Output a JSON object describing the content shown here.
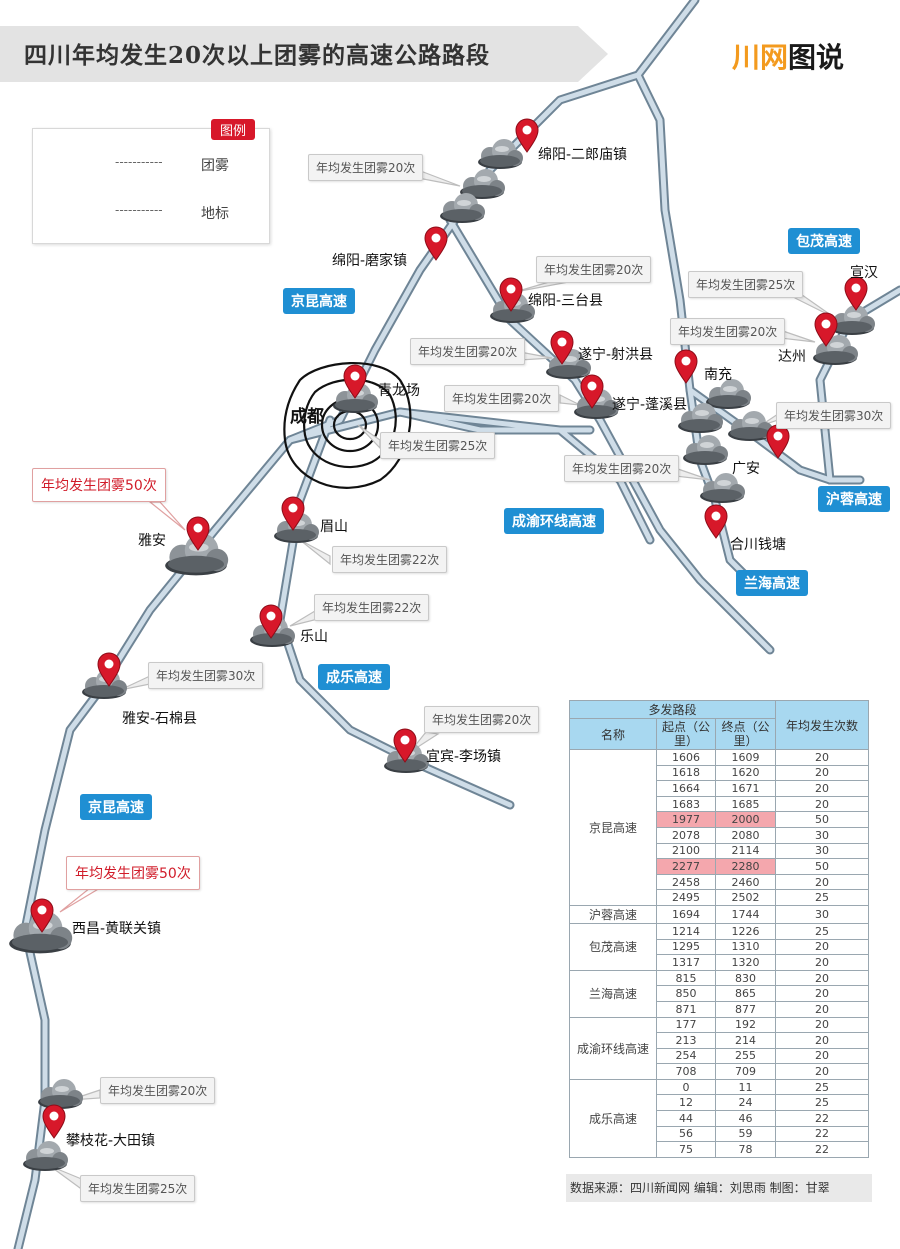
{
  "title": "四川年均发生20次以上团雾的高速公路路段",
  "logo": {
    "part1": "川网",
    "part2": "图说"
  },
  "legend": {
    "tag": "图例",
    "dash": "-----------",
    "fog_label": "团雾",
    "pin_label": "地标"
  },
  "places": {
    "mianyang_erlang": "绵阳-二郎庙镇",
    "mianyang_mojia": "绵阳-磨家镇",
    "mianyang_santai": "绵阳-三台县",
    "suining_shehong": "遂宁-射洪县",
    "suining_pengxi": "遂宁-蓬溪县",
    "chengdu": "成都",
    "qinglongchang": "青龙场",
    "meishan": "眉山",
    "leshan": "乐山",
    "yaan": "雅安",
    "yaan_shimian": "雅安-石棉县",
    "yibin_lichang": "宜宾-李场镇",
    "xichang": "西昌-黄联关镇",
    "panzhihua": "攀枝花-大田镇",
    "nanchong": "南充",
    "guangan": "广安",
    "hechuan": "合川钱塘",
    "xuanhan": "宣汉",
    "dazhou": "达州"
  },
  "roads": {
    "jingkun1": "京昆高速",
    "jingkun2": "京昆高速",
    "baomao": "包茂高速",
    "hurong": "沪蓉高速",
    "lanhai": "兰海高速",
    "chengyu": "成渝环线高速",
    "chengle": "成乐高速"
  },
  "callouts": {
    "c_mianyang": "年均发生团雾20次",
    "c_santai": "年均发生团雾20次",
    "c_shehong": "年均发生团雾20次",
    "c_pengxi": "年均发生团雾20次",
    "c_chengdu": "年均发生团雾25次",
    "c_chengyu": "年均发生团雾20次",
    "c_xuanhan": "年均发生团雾25次",
    "c_dazhou": "年均发生团雾20次",
    "c_guangan": "年均发生团雾30次",
    "c_meishan": "年均发生团雾22次",
    "c_leshan": "年均发生团雾22次",
    "c_yibin": "年均发生团雾20次",
    "c_yaan": "年均发生团雾50次",
    "c_shimian": "年均发生团雾30次",
    "c_xichang": "年均发生团雾50次",
    "c_pzh1": "年均发生团雾20次",
    "c_pzh2": "年均发生团雾25次"
  },
  "table": {
    "header_group": "多发路段",
    "col_name": "名称",
    "col_start": "起点（公里）",
    "col_end": "终点（公里）",
    "col_count": "年均发生次数",
    "groups": [
      {
        "name": "京昆高速",
        "rows": [
          {
            "start": "1606",
            "end": "1609",
            "count": "20",
            "hl": false
          },
          {
            "start": "1618",
            "end": "1620",
            "count": "20",
            "hl": false
          },
          {
            "start": "1664",
            "end": "1671",
            "count": "20",
            "hl": false
          },
          {
            "start": "1683",
            "end": "1685",
            "count": "20",
            "hl": false
          },
          {
            "start": "1977",
            "end": "2000",
            "count": "50",
            "hl": true
          },
          {
            "start": "2078",
            "end": "2080",
            "count": "30",
            "hl": false
          },
          {
            "start": "2100",
            "end": "2114",
            "count": "30",
            "hl": false
          },
          {
            "start": "2277",
            "end": "2280",
            "count": "50",
            "hl": true
          },
          {
            "start": "2458",
            "end": "2460",
            "count": "20",
            "hl": false
          },
          {
            "start": "2495",
            "end": "2502",
            "count": "25",
            "hl": false
          }
        ]
      },
      {
        "name": "沪蓉高速",
        "rows": [
          {
            "start": "1694",
            "end": "1744",
            "count": "30",
            "hl": false
          }
        ]
      },
      {
        "name": "包茂高速",
        "rows": [
          {
            "start": "1214",
            "end": "1226",
            "count": "25",
            "hl": false
          },
          {
            "start": "1295",
            "end": "1310",
            "count": "20",
            "hl": false
          },
          {
            "start": "1317",
            "end": "1320",
            "count": "20",
            "hl": false
          }
        ]
      },
      {
        "name": "兰海高速",
        "rows": [
          {
            "start": "815",
            "end": "830",
            "count": "20",
            "hl": false
          },
          {
            "start": "850",
            "end": "865",
            "count": "20",
            "hl": false
          },
          {
            "start": "871",
            "end": "877",
            "count": "20",
            "hl": false
          }
        ]
      },
      {
        "name": "成渝环线高速",
        "rows": [
          {
            "start": "177",
            "end": "192",
            "count": "20",
            "hl": false
          },
          {
            "start": "213",
            "end": "214",
            "count": "20",
            "hl": false
          },
          {
            "start": "254",
            "end": "255",
            "count": "20",
            "hl": false
          },
          {
            "start": "708",
            "end": "709",
            "count": "20",
            "hl": false
          }
        ]
      },
      {
        "name": "成乐高速",
        "rows": [
          {
            "start": "0",
            "end": "11",
            "count": "25",
            "hl": false
          },
          {
            "start": "12",
            "end": "24",
            "count": "25",
            "hl": false
          },
          {
            "start": "44",
            "end": "46",
            "count": "22",
            "hl": false
          },
          {
            "start": "56",
            "end": "59",
            "count": "22",
            "hl": false
          },
          {
            "start": "75",
            "end": "78",
            "count": "22",
            "hl": false
          }
        ]
      }
    ]
  },
  "footer": "数据来源：四川新闻网   编辑：刘思雨   制图：甘翠",
  "colors": {
    "road": "#aabfd0",
    "road_edge": "#6f8596",
    "pin": "#d7182a",
    "road_tag": "#1f8fd3",
    "alert": "#d11c2a"
  }
}
